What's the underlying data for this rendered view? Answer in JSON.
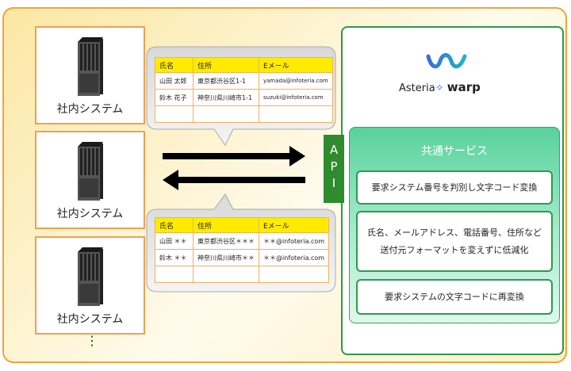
{
  "systems": [
    {
      "label": "社内システム"
    },
    {
      "label": "社内システム"
    },
    {
      "label": "社内システム"
    }
  ],
  "more_indicator": "⋮",
  "tables": [
    {
      "headers": [
        "氏名",
        "住所",
        "Eメール"
      ],
      "rows": [
        [
          "山田 太郎",
          "東京都渋谷区1-1",
          "yamada@infoteria.com"
        ],
        [
          "鈴木 花子",
          "神奈川県川崎市1-1",
          "suzuki@infoteria.com"
        ],
        [
          "",
          "",
          ""
        ]
      ]
    },
    {
      "headers": [
        "氏名",
        "住所",
        "Eメール"
      ],
      "rows": [
        [
          "山田 ＊＊",
          "東京都渋谷区＊＊＊",
          "＊＊@infoteria.com"
        ],
        [
          "鈴木 ＊＊",
          "神奈川県川崎市＊＊",
          "＊＊@infoteria.com"
        ],
        [
          "",
          "",
          ""
        ]
      ]
    }
  ],
  "api_label": [
    "A",
    "P",
    "I"
  ],
  "logo": {
    "name": "Asteria",
    "mark": "✧",
    "suffix": "warp",
    "icon": "asteria-warp-logo-icon"
  },
  "service": {
    "title": "共通サービス",
    "cards": [
      {
        "lines": [
          "要求システム番号を判別し文字コード変換"
        ]
      },
      {
        "lines": [
          "氏名、メールアドレス、電話番号、住所など",
          "送付元フォーマットを変えずに低減化"
        ]
      },
      {
        "lines": [
          "要求システムの文字コードに再変換"
        ]
      }
    ]
  },
  "colors": {
    "frame": "#f2a33a",
    "green": "#2e8b2e",
    "header_yellow": "#ffeb00"
  }
}
